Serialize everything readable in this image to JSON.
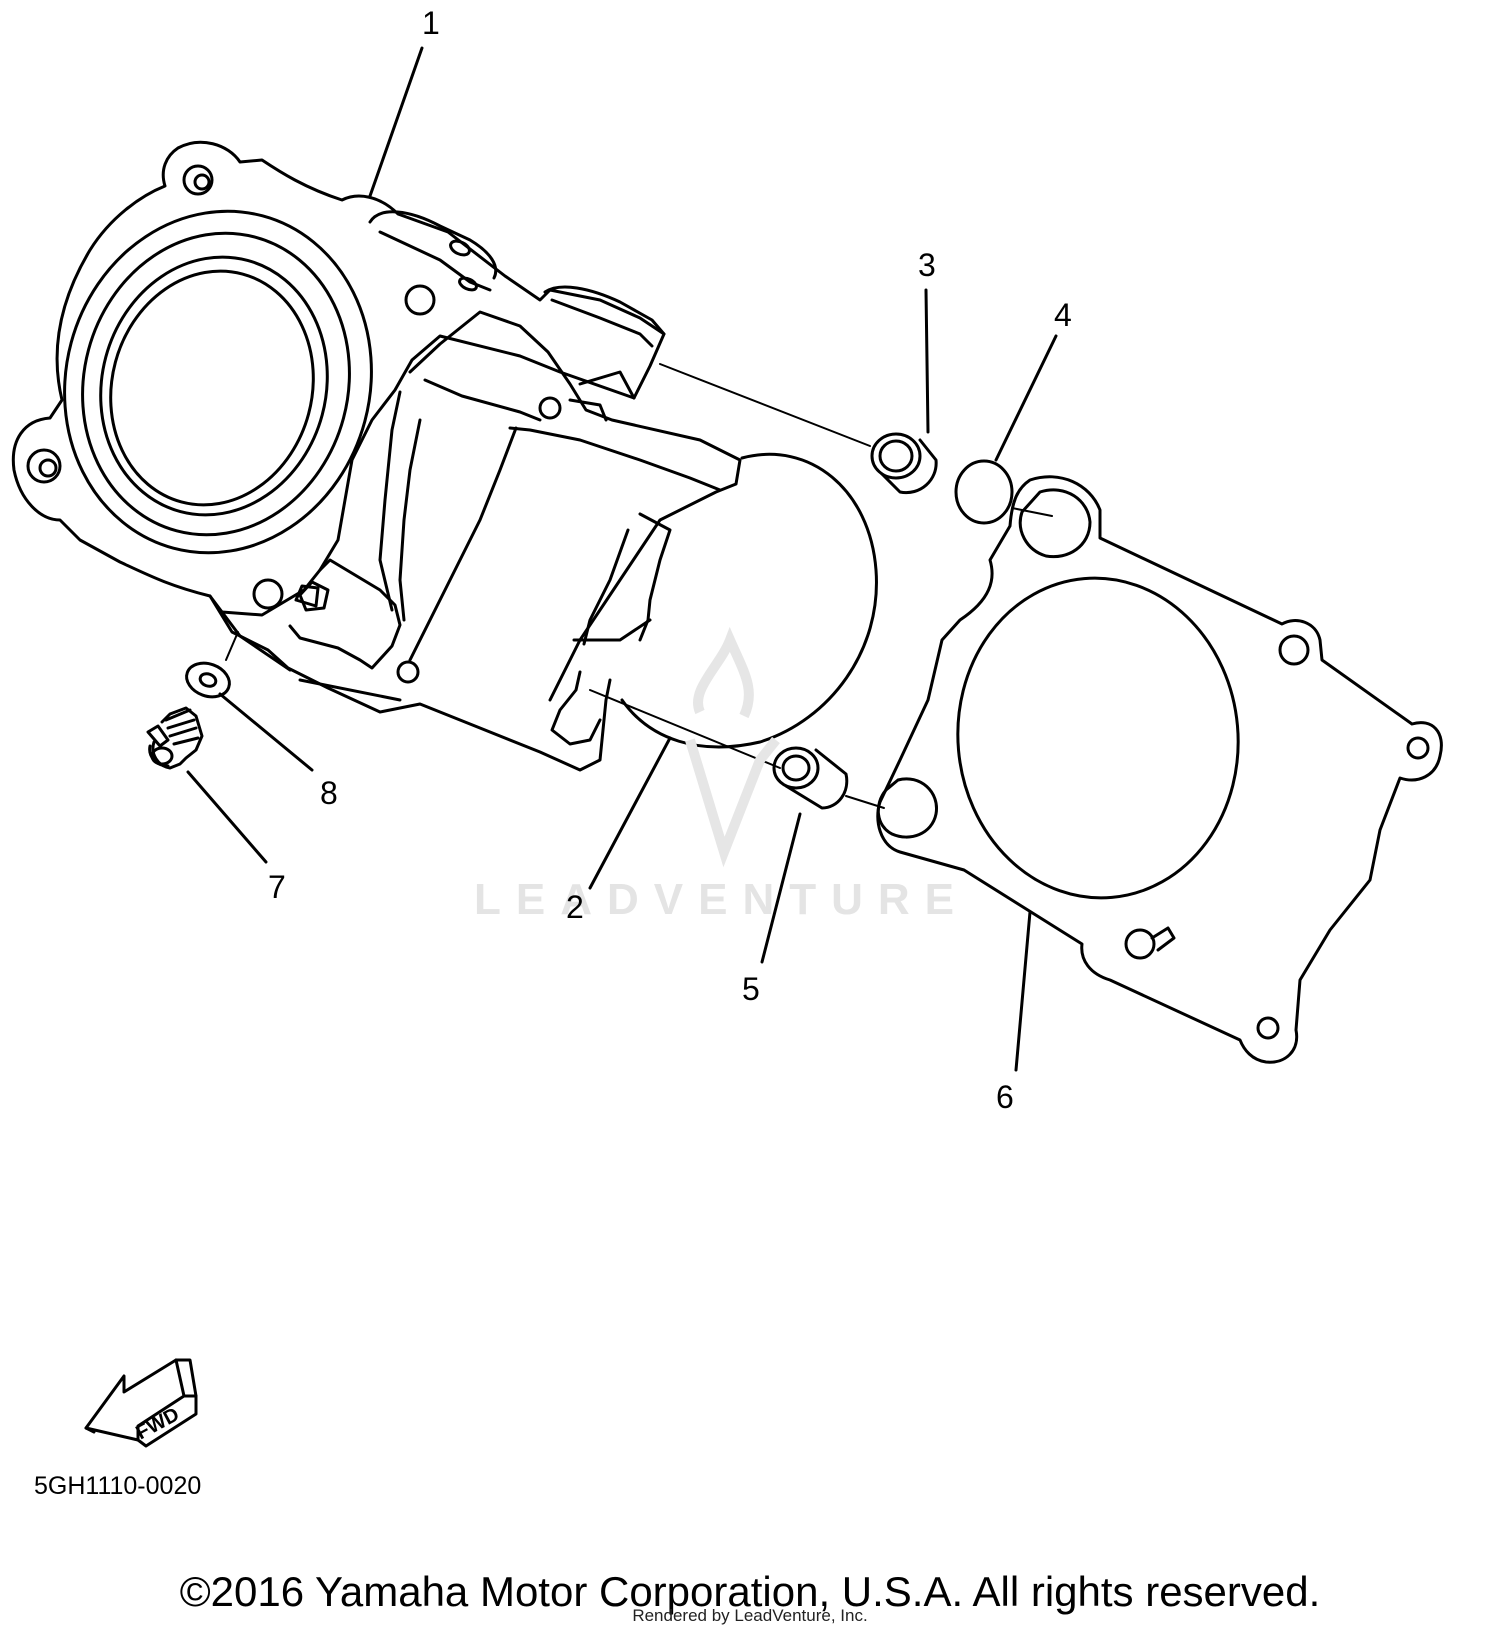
{
  "diagram": {
    "part_callouts": [
      "1",
      "2",
      "3",
      "4",
      "5",
      "6",
      "7",
      "8"
    ],
    "fwd_label": "FWD",
    "diagram_code": "5GH1110-0020"
  },
  "footer": {
    "copyright": "©2016 Yamaha Motor Corporation, U.S.A. All rights reserved.",
    "rendered_by": "Rendered by LeadVenture, Inc."
  },
  "watermark": {
    "text": "LEADVENTURE"
  },
  "colors": {
    "line": "#000000",
    "background": "#ffffff",
    "watermark": "#e4e4e4"
  }
}
